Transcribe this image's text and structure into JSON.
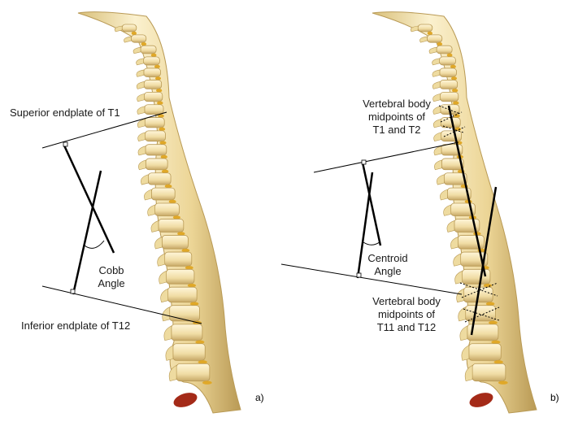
{
  "panel_a": {
    "superior_label": "Superior endplate of T1",
    "angle_label_line1": "Cobb",
    "angle_label_line2": "Angle",
    "inferior_label": "Inferior endplate of T12",
    "panel_letter": "a)"
  },
  "panel_b": {
    "top_label_line1": "Vertebral body",
    "top_label_line2": "midpoints of",
    "top_label_line3": "T1 and T2",
    "angle_label_line1": "Centroid",
    "angle_label_line2": "Angle",
    "bottom_label_line1": "Vertebral body",
    "bottom_label_line2": "midpoints of",
    "bottom_label_line3": "T11 and T12",
    "panel_letter": "b)"
  },
  "colors": {
    "bone": "#eedba0",
    "bone_light": "#fbf1cf",
    "bone_shadow": "#b99a55",
    "disc": "#e0a828",
    "sacrum_red": "#a42a18",
    "line": "#000000"
  }
}
